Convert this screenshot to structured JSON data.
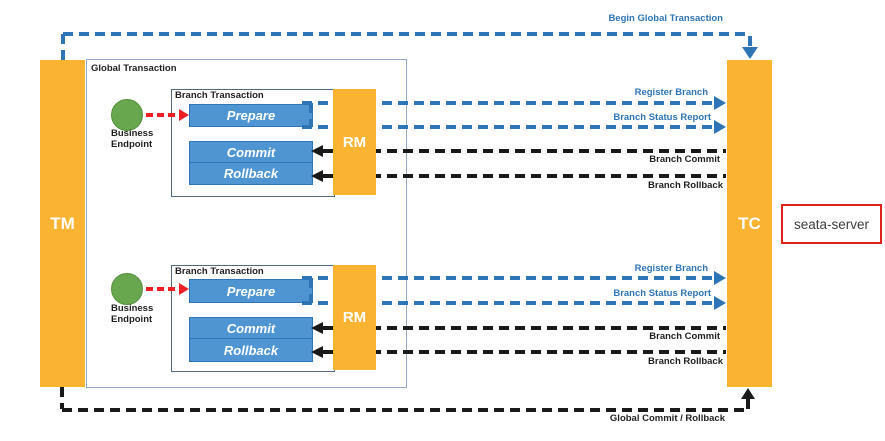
{
  "nodes": {
    "tm": "TM",
    "tc": "TC",
    "seata_server": "seata-server",
    "global_transaction_label": "Global Transaction"
  },
  "global_messages": {
    "begin": "Begin Global Transaction",
    "commit_rollback": "Global Commit / Rollback"
  },
  "branches": [
    {
      "label": "Branch Transaction",
      "endpoint": "Business Endpoint",
      "rm": "RM",
      "prepare": "Prepare",
      "commit": "Commit",
      "rollback": "Rollback",
      "register_branch": "Register Branch",
      "branch_status_report": "Branch Status Report",
      "branch_commit": "Branch Commit",
      "branch_rollback": "Branch Rollback"
    },
    {
      "label": "Branch Transaction",
      "endpoint": "Business Endpoint",
      "rm": "RM",
      "prepare": "Prepare",
      "commit": "Commit",
      "rollback": "Rollback",
      "register_branch": "Register Branch",
      "branch_status_report": "Branch Status Report",
      "branch_commit": "Branch Commit",
      "branch_rollback": "Branch Rollback"
    }
  ],
  "colors": {
    "orange": "#FAB432",
    "blue_box_fill": "#4E95D2",
    "blue_line": "#2E75B6",
    "black_line": "#1A1A1A",
    "red_arrow": "#EC2024",
    "green_endpoint": "#69A74E",
    "seata_border_red": "#E0201B"
  }
}
